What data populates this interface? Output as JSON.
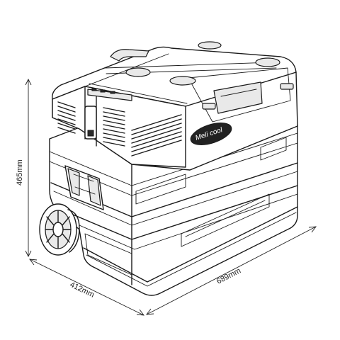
{
  "diagram": {
    "subject": "portable-compressor-cooler-with-wheels",
    "brand_label": "Meli cool",
    "dimensions": {
      "height_label": "465mm",
      "depth_label": "412mm",
      "width_label": "689mm"
    },
    "colors": {
      "line": "#1a1a1a",
      "brand_badge": "#222222",
      "background": "#ffffff"
    }
  }
}
